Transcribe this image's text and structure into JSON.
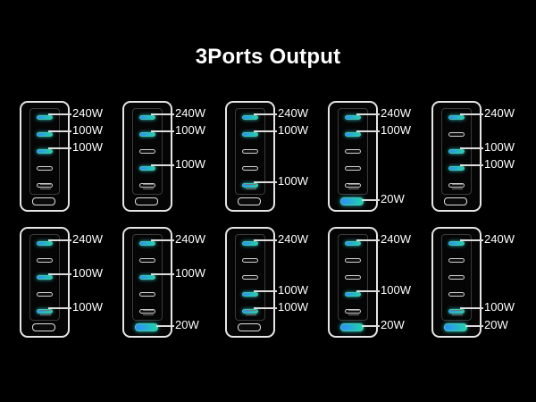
{
  "title": "3Ports Output",
  "configs": [
    {
      "outputs": [
        {
          "port": "c1",
          "label": "240W"
        },
        {
          "port": "c2",
          "label": "100W"
        },
        {
          "port": "c3",
          "label": "100W"
        }
      ]
    },
    {
      "outputs": [
        {
          "port": "c1",
          "label": "240W"
        },
        {
          "port": "c2",
          "label": "100W"
        },
        {
          "port": "c4",
          "label": "100W"
        }
      ]
    },
    {
      "outputs": [
        {
          "port": "c1",
          "label": "240W"
        },
        {
          "port": "c2",
          "label": "100W"
        },
        {
          "port": "c5",
          "label": "100W"
        }
      ]
    },
    {
      "outputs": [
        {
          "port": "c1",
          "label": "240W"
        },
        {
          "port": "c2",
          "label": "100W"
        },
        {
          "port": "a",
          "label": "20W"
        }
      ]
    },
    {
      "outputs": [
        {
          "port": "c1",
          "label": "240W"
        },
        {
          "port": "c3",
          "label": "100W"
        },
        {
          "port": "c4",
          "label": "100W"
        }
      ]
    },
    {
      "outputs": [
        {
          "port": "c1",
          "label": "240W"
        },
        {
          "port": "c3",
          "label": "100W"
        },
        {
          "port": "c5",
          "label": "100W"
        }
      ]
    },
    {
      "outputs": [
        {
          "port": "c1",
          "label": "240W"
        },
        {
          "port": "c3",
          "label": "100W"
        },
        {
          "port": "a",
          "label": "20W"
        }
      ]
    },
    {
      "outputs": [
        {
          "port": "c1",
          "label": "240W"
        },
        {
          "port": "c4",
          "label": "100W"
        },
        {
          "port": "c5",
          "label": "100W"
        }
      ]
    },
    {
      "outputs": [
        {
          "port": "c1",
          "label": "240W"
        },
        {
          "port": "c4",
          "label": "100W"
        },
        {
          "port": "a",
          "label": "20W"
        }
      ]
    },
    {
      "outputs": [
        {
          "port": "c1",
          "label": "240W"
        },
        {
          "port": "c5",
          "label": "100W"
        },
        {
          "port": "a",
          "label": "20W"
        }
      ]
    }
  ]
}
